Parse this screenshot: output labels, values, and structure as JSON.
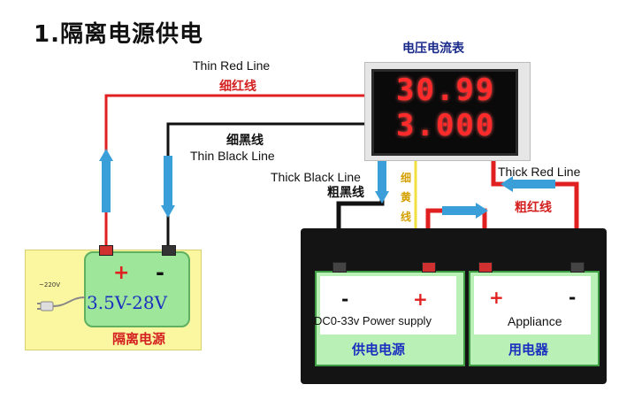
{
  "title": "1.隔离电源供电",
  "meter": {
    "title": "电压电流表",
    "voltage": "30.99",
    "current": "3.000"
  },
  "labels": {
    "thin_red_en": "Thin Red Line",
    "thin_red_cn": "细红线",
    "thin_black_cn": "细黑线",
    "thin_black_en": "Thin Black Line",
    "thick_black_en": "Thick Black Line",
    "thick_black_cn": "粗黑线",
    "thick_red_en": "Thick Red Line",
    "thick_red_cn": "粗红线",
    "thin_yellow_cn_1": "细",
    "thin_yellow_cn_2": "黄",
    "thin_yellow_cn_3": "线"
  },
  "isolated_supply": {
    "plug_label": "~220V",
    "plus": "+",
    "minus": "-",
    "voltage_range": "3.5V-28V",
    "name": "隔离电源"
  },
  "power_supply": {
    "minus": "-",
    "plus": "+",
    "en_label": "DC0-33v Power supply",
    "cn_label": "供电电源"
  },
  "appliance": {
    "plus": "+",
    "minus": "-",
    "en_label": "Appliance",
    "cn_label": "用电器"
  },
  "colors": {
    "red_wire": "#e02020",
    "black_wire": "#111111",
    "yellow_wire": "#f0e040",
    "arrow": "#3a9fd8"
  }
}
